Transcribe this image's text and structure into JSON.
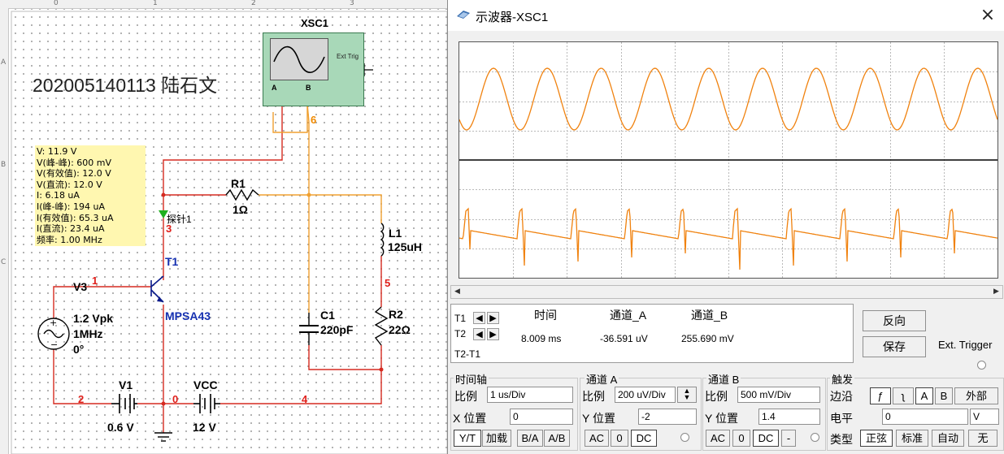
{
  "schematic": {
    "ruler_top_ticks": [
      "0",
      "1",
      "2",
      "3"
    ],
    "ruler_left_ticks": [
      "A",
      "B",
      "C"
    ],
    "title_text": "202005140113 陆石文",
    "instrument": {
      "name": "XSC1",
      "ext_trig": "Ext Trig",
      "ch_a": "A",
      "ch_b": "B"
    },
    "probe": {
      "name": "探针1",
      "lines": [
        "V: 11.9 V",
        "V(峰-峰): 600 mV",
        "V(有效值): 12.0 V",
        "V(直流): 12.0 V",
        "I: 6.18 uA",
        "I(峰-峰): 194 uA",
        "I(有效值): 65.3 uA",
        "I(直流): 23.4 uA",
        "频率: 1.00 MHz"
      ]
    },
    "components": {
      "R1": {
        "name": "R1",
        "value": "1Ω"
      },
      "L1": {
        "name": "L1",
        "value": "125uH"
      },
      "T1": {
        "name": "T1",
        "model": "MPSA43"
      },
      "V3": {
        "name": "V3",
        "amp": "1.2 Vpk",
        "freq": "1MHz",
        "phase": "0°"
      },
      "C1": {
        "name": "C1",
        "value": "220pF"
      },
      "R2": {
        "name": "R2",
        "value": "22Ω"
      },
      "V1": {
        "name": "V1",
        "value": "0.6 V"
      },
      "VCC": {
        "name": "VCC",
        "value": "12 V"
      }
    },
    "nets": {
      "n1": "1",
      "n2": "2",
      "n3": "3",
      "n4": "4",
      "n5": "5",
      "n6": "6",
      "n0": "0"
    }
  },
  "scope": {
    "title": "示波器-XSC1",
    "colors": {
      "trace": "#f0820f",
      "grid": "#b9b9b9",
      "divider": "#000000"
    },
    "cursors": {
      "t1": "T1",
      "t2": "T2",
      "t2_t1": "T2-T1"
    },
    "readout": {
      "headers": [
        "时间",
        "通道_A",
        "通道_B"
      ],
      "values": [
        "8.009 ms",
        "-36.591 uV",
        "255.690 mV"
      ]
    },
    "buttons": {
      "reverse": "反向",
      "save": "保存",
      "ext_trigger": "Ext. Trigger"
    },
    "timebase": {
      "title": "时间轴",
      "scale_label": "比例",
      "scale": "1 us/Div",
      "xpos_label": "X 位置",
      "xpos": "0",
      "modes": [
        "Y/T",
        "加载",
        "B/A",
        "A/B"
      ]
    },
    "channel_a": {
      "title": "通道 A",
      "scale_label": "比例",
      "scale": "200 uV/Div",
      "ypos_label": "Y 位置",
      "ypos": "-2",
      "coupling": [
        "AC",
        "0",
        "DC"
      ]
    },
    "channel_b": {
      "title": "通道 B",
      "scale_label": "比例",
      "scale": "500 mV/Div",
      "ypos_label": "Y 位置",
      "ypos": "1.4",
      "coupling": [
        "AC",
        "0",
        "DC",
        "-"
      ]
    },
    "trigger": {
      "title": "触发",
      "edge_label": "边沿",
      "edge_buttons": [
        "ƒ",
        "ʅ",
        "A",
        "B",
        "外部"
      ],
      "level_label": "电平",
      "level": "0",
      "level_unit": "V",
      "type_label": "类型",
      "types": [
        "正弦",
        "标准",
        "自动",
        "无"
      ]
    }
  }
}
